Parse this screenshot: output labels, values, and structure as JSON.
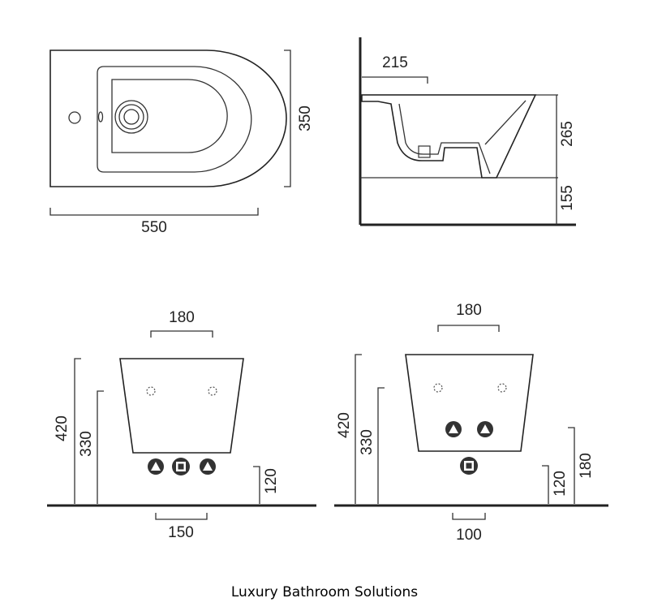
{
  "top_view": {
    "width_label": "550",
    "depth_label": "350"
  },
  "side_view": {
    "offset_label": "215",
    "height_label": "265",
    "rim_label": "155"
  },
  "front_view_left": {
    "top_width_label": "180",
    "height_label": "420",
    "fixing_height_label": "330",
    "inlet_height_label": "120",
    "bottom_width_label": "150"
  },
  "front_view_right": {
    "top_width_label": "180",
    "height_label": "420",
    "fixing_height_label": "330",
    "inlet_height_label": "120",
    "upper_inlet_height_label": "180",
    "bottom_width_label": "100"
  },
  "caption": "Luxury Bathroom Solutions"
}
